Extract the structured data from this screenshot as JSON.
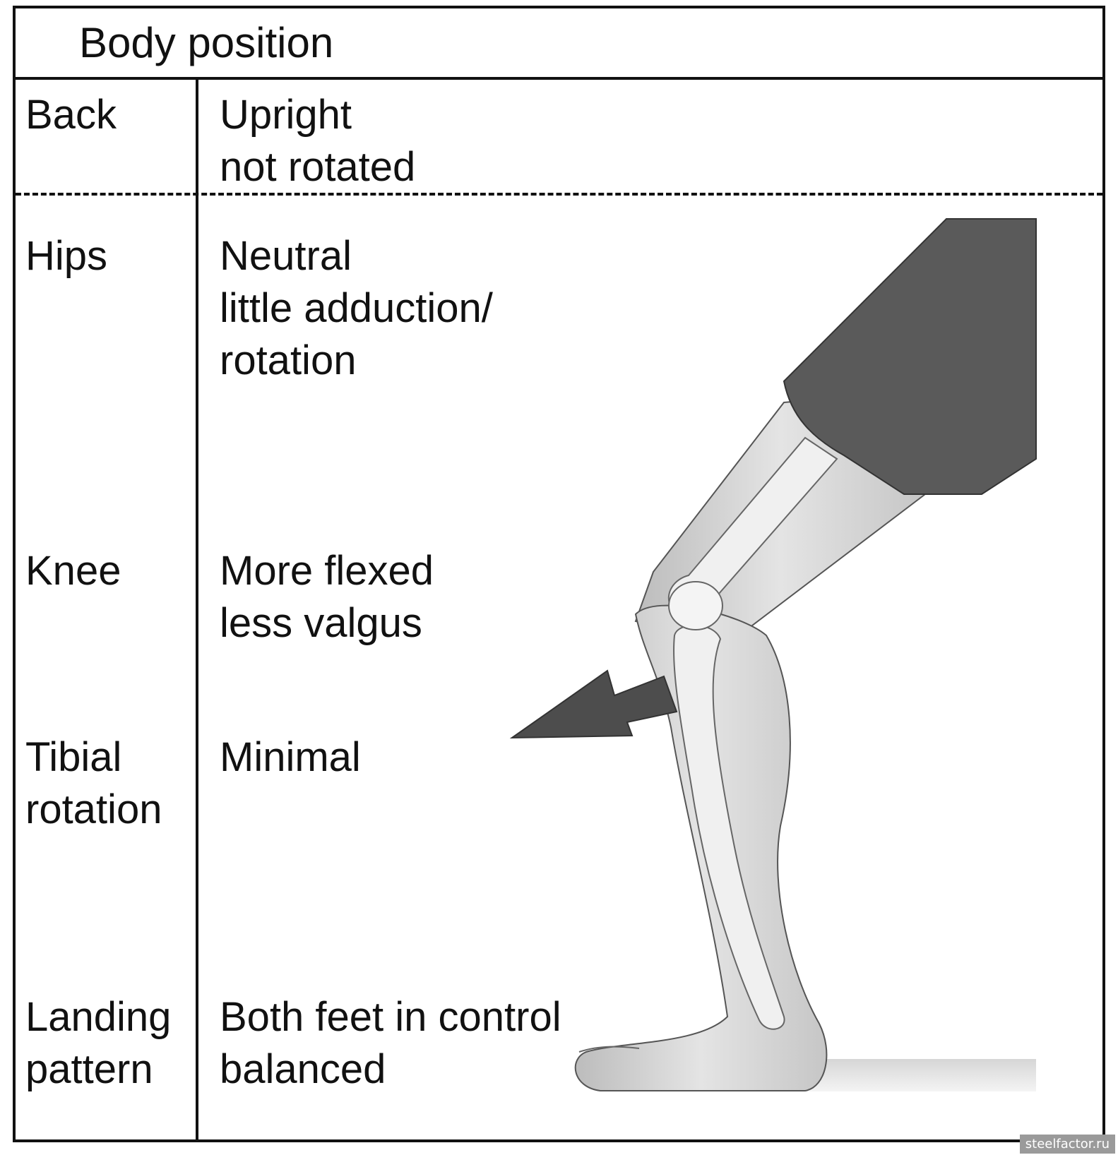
{
  "header": {
    "title": "Body position"
  },
  "rows": [
    {
      "label": "Back",
      "value": "Upright\nnot rotated"
    },
    {
      "label": "Hips",
      "value": "Neutral\nlittle adduction/\nrotation"
    },
    {
      "label": "Knee",
      "value": "More flexed\nless valgus"
    },
    {
      "label": "Tibial\nrotation",
      "value": "Minimal"
    },
    {
      "label": "Landing\npattern",
      "value": "Both feet in control\nbalanced"
    }
  ],
  "watermark": "steelfactor.ru",
  "colors": {
    "line": "#111111",
    "skin": "#d9d9d9",
    "bone": "#f2f2f2",
    "shorts": "#5a5a5a",
    "arrow": "#4d4d4d"
  }
}
